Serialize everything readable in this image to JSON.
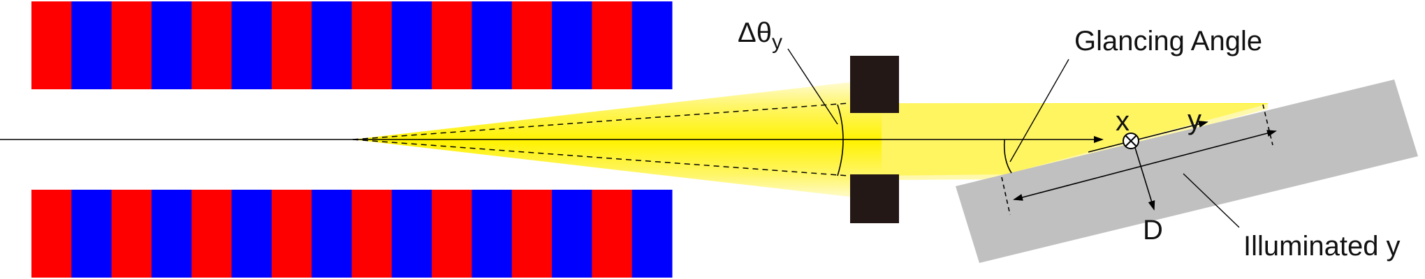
{
  "labels": {
    "delta_theta": "Δθ",
    "delta_theta_sub": "y",
    "glancing_angle": "Glancing Angle",
    "x_axis": "x",
    "y_axis": "y",
    "d_axis": "D",
    "illuminated": "Illuminated y"
  },
  "magnet_rows": {
    "period_count": 8,
    "colors": [
      "#ff0000",
      "#0000ff"
    ]
  },
  "colors": {
    "beam": "#ffff00",
    "beam_edge": "#ffffff",
    "slit": "#231815",
    "sample": "#c0c0c0",
    "line": "#000000"
  },
  "icons": {
    "out_of_plane_axis": "circle-x-icon"
  }
}
